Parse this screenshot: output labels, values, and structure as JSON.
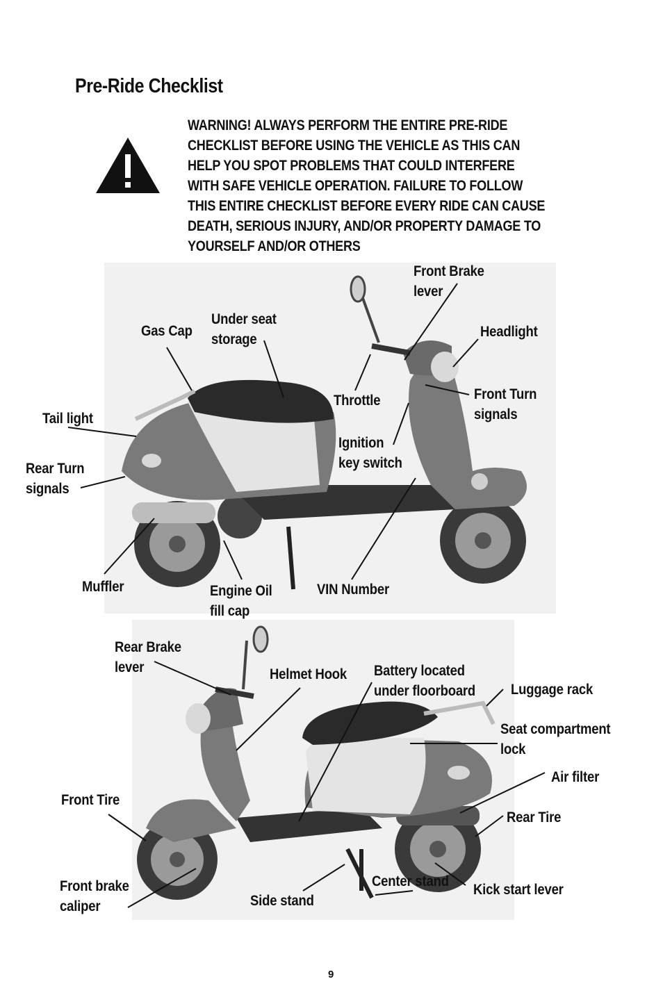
{
  "heading": "Pre-Ride Checklist",
  "warning": {
    "icon": "warning-triangle-icon",
    "lines": [
      "WARNING!   ALWAYS PERFORM THE ENTIRE PRE-RIDE",
      "CHECKLIST BEFORE USING THE VEHICLE AS THIS CAN",
      "HELP YOU SPOT PROBLEMS THAT COULD INTERFERE",
      "WITH SAFE VEHICLE OPERATION.   FAILURE TO FOLLOW",
      "THIS ENTIRE CHECKLIST BEFORE EVERY RIDE CAN CAUSE",
      "DEATH, SERIOUS INJURY, AND/OR PROPERTY DAMAGE TO",
      "YOURSELF AND/OR OTHERS"
    ]
  },
  "figure1": {
    "labels": {
      "front_brake_lever": "Front Brake\nlever",
      "gas_cap": "Gas Cap",
      "under_seat_storage": "Under seat\nstorage",
      "headlight": "Headlight",
      "throttle": "Throttle",
      "front_turn_signals": "Front Turn\nsignals",
      "tail_light": "Tail light",
      "ignition_key_switch": "Ignition\nkey switch",
      "rear_turn_signals": "Rear Turn\nsignals",
      "muffler": "Muffler",
      "engine_oil_fill_cap": "Engine Oil\nfill cap",
      "vin_number": "VIN Number"
    }
  },
  "figure2": {
    "labels": {
      "rear_brake_lever": "Rear Brake\nlever",
      "helmet_hook": "Helmet Hook",
      "battery": "Battery located\nunder floorboard",
      "luggage_rack": "Luggage rack",
      "seat_compartment_lock": "Seat compartment\nlock",
      "air_filter": "Air filter",
      "front_tire": "Front Tire",
      "rear_tire": "Rear Tire",
      "front_brake_caliper": "Front brake\ncaliper",
      "center_stand": "Center stand",
      "kick_start_lever": "Kick start lever",
      "side_stand": "Side stand"
    }
  },
  "page_number": "9"
}
